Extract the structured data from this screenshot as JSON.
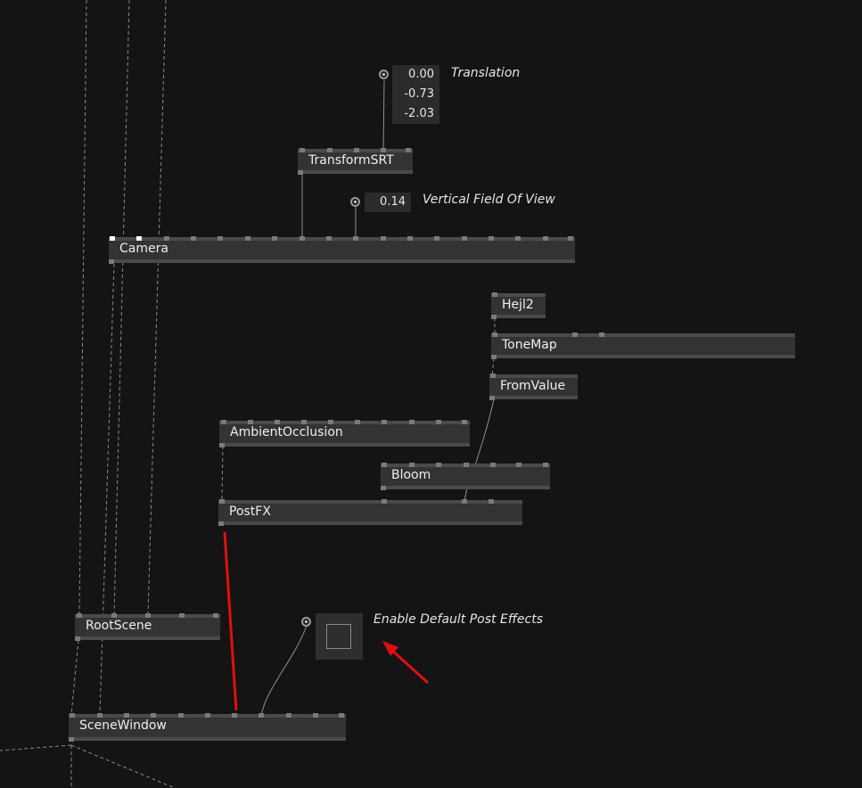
{
  "nodes": {
    "transform": "TransformSRT",
    "camera": "Camera",
    "hejl": "Hejl2",
    "tonemap": "ToneMap",
    "fromvalue": "FromValue",
    "ambient": "AmbientOcclusion",
    "bloom": "Bloom",
    "postfx": "PostFX",
    "rootscene": "RootScene",
    "scenewindow": "SceneWindow"
  },
  "inputs": {
    "translation": {
      "label": "Translation",
      "values": [
        "0.00",
        "-0.73",
        "-2.03"
      ]
    },
    "fov": {
      "label": "Vertical Field Of View",
      "value": "0.14"
    },
    "post_effects": {
      "label": "Enable Default Post Effects",
      "checked": false
    }
  },
  "colors": {
    "background": "#141414",
    "node": "#333333",
    "annotation": "#e01010"
  }
}
